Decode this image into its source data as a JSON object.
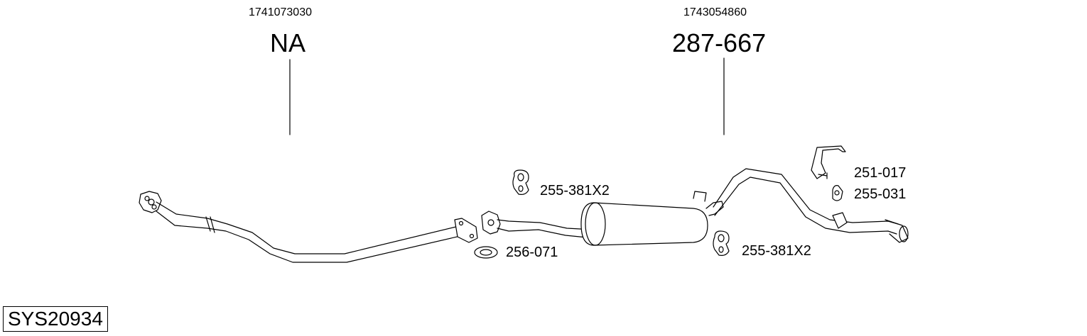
{
  "system_code": "SYS20934",
  "parts": [
    {
      "oe_number": "1741073030",
      "part_number": "NA"
    },
    {
      "oe_number": "1743054860",
      "part_number": "287-667"
    }
  ],
  "fittings": {
    "hanger_front": "255-381X2",
    "gasket": "256-071",
    "hanger_rear": "255-381X2",
    "bracket": "251-017",
    "rubber_mount": "255-031"
  }
}
